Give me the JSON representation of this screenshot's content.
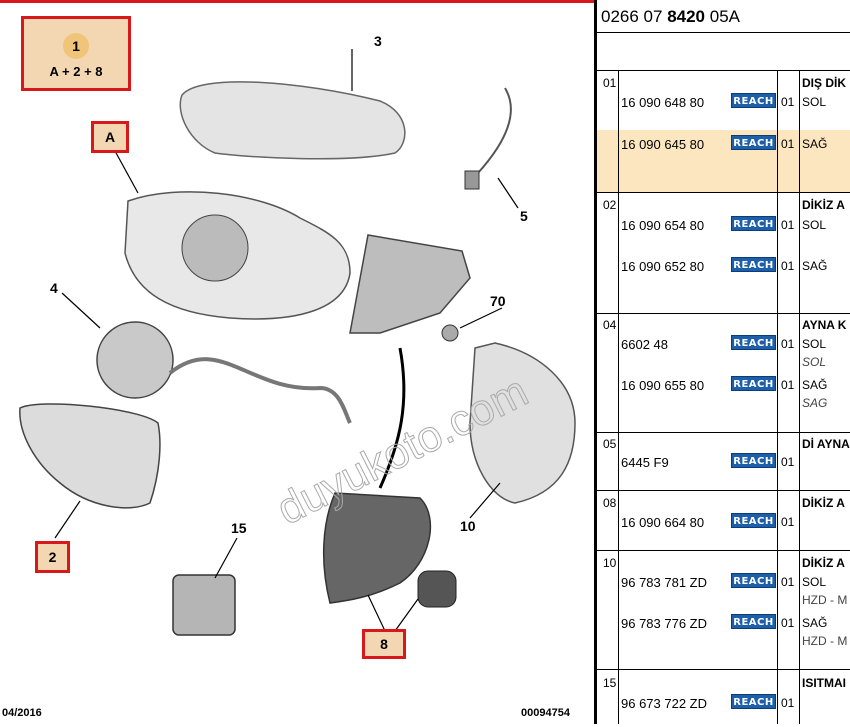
{
  "diagram": {
    "callouts": {
      "c1_num": "1",
      "c1_formula": "A + 2 + 8",
      "cA": "A",
      "c2": "2",
      "c3": "3",
      "c4": "4",
      "c5": "5",
      "c8": "8",
      "c10": "10",
      "c15": "15",
      "c70": "70"
    },
    "watermark": "duyukoto.com",
    "footer_date": "04/2016",
    "footer_code": "00094754"
  },
  "table": {
    "reference": {
      "prefix": "0266 07",
      "bold": "8420",
      "suffix": "05A"
    },
    "reach_label": "REACH",
    "rows": [
      {
        "sec": "01",
        "pn": "16 090 648 80",
        "qty": "01",
        "desc": "SOL",
        "head": "DIŞ DİK"
      },
      {
        "sec": "",
        "pn": "16 090 645 80",
        "qty": "01",
        "desc": "SAĞ"
      },
      {
        "sec": "02",
        "pn": "16 090 654 80",
        "qty": "01",
        "desc": "SOL",
        "head": "DİKİZ A"
      },
      {
        "sec": "",
        "pn": "16 090 652 80",
        "qty": "01",
        "desc": "SAĞ"
      },
      {
        "sec": "04",
        "pn": "6602 48",
        "qty": "01",
        "desc": "SOL",
        "head": "AYNA K",
        "note": "SOL"
      },
      {
        "sec": "",
        "pn": "16 090 655 80",
        "qty": "01",
        "desc": "SAĞ",
        "note": "SAG"
      },
      {
        "sec": "05",
        "pn": "6445 F9",
        "qty": "01",
        "desc": "",
        "head": "Dİ AYNA"
      },
      {
        "sec": "08",
        "pn": "16 090 664 80",
        "qty": "01",
        "desc": "",
        "head": "DİKİZ A"
      },
      {
        "sec": "10",
        "pn": "96 783 781 ZD",
        "qty": "01",
        "desc": "SOL",
        "head": "DİKİZ A",
        "note": "HZD - M"
      },
      {
        "sec": "",
        "pn": "96 783 776 ZD",
        "qty": "01",
        "desc": "SAĞ",
        "note": "HZD - M"
      },
      {
        "sec": "15",
        "pn": "96 673 722 ZD",
        "qty": "01",
        "desc": "",
        "head": "ISITMAI"
      }
    ]
  },
  "colors": {
    "callout_border": "#d9181c",
    "callout_fill": "#f3d7b2",
    "highlight": "#fbe6bf",
    "reach": "#1d5fa8"
  }
}
